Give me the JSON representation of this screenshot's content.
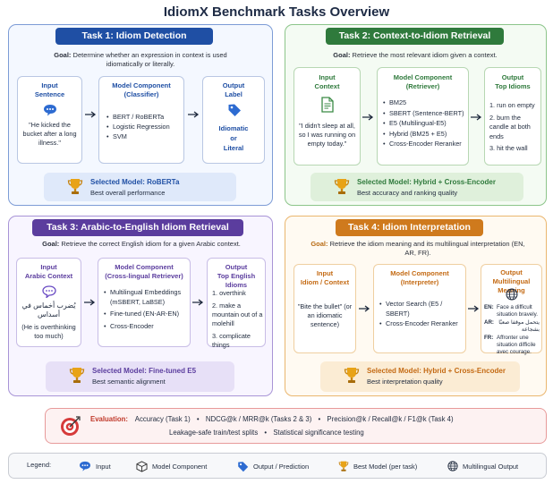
{
  "title": "IdiomX Benchmark Tasks Overview",
  "tasks": [
    {
      "header": "Task 1:  Idiom Detection",
      "goal_label": "Goal:",
      "goal": "Determine whether an expression in context is used idiomatically or literally.",
      "input": {
        "title": "Input",
        "subtitle": "Sentence",
        "text": "\"He kicked the bucket after a long illness.\""
      },
      "model": {
        "title": "Model Component",
        "subtitle": "(Classifier)",
        "items": [
          "BERT / RoBERTa",
          "Logistic Regression",
          "SVM"
        ]
      },
      "output": {
        "title": "Output",
        "subtitle": "Label",
        "lines": [
          "Idiomatic",
          "or",
          "Literal"
        ]
      },
      "selected": "Selected Model: RoBERTa",
      "selected_note": "Best overall performance"
    },
    {
      "header": "Task 2:  Context-to-Idiom Retrieval",
      "goal_label": "Goal:",
      "goal": "Retrieve the most relevant idiom given a context.",
      "input": {
        "title": "Input",
        "subtitle": "Context",
        "text": "\"I didn't sleep at all, so I was running on empty today.\""
      },
      "model": {
        "title": "Model Component",
        "subtitle": "(Retriever)",
        "items": [
          "BM25",
          "SBERT (Sentence-BERT)",
          "E5 (Multilingual-E5)",
          "Hybrid (BM25 + E5)",
          "Cross-Encoder Reranker"
        ]
      },
      "output": {
        "title": "Output",
        "subtitle": "Top Idioms",
        "items": [
          "1. run on empty",
          "2. burn the candle at both ends",
          "3. hit the wall"
        ]
      },
      "selected": "Selected Model: Hybrid + Cross-Encoder",
      "selected_note": "Best accuracy and ranking quality"
    },
    {
      "header": "Task 3:  Arabic-to-English Idiom Retrieval",
      "goal_label": "Goal:",
      "goal": "Retrieve the correct English idiom for a given Arabic context.",
      "input": {
        "title": "Input",
        "subtitle": "Arabic Context",
        "arabic": "يُضرب أخماس في أسداس",
        "text": "(He is overthinking too much)"
      },
      "model": {
        "title": "Model Component",
        "subtitle": "(Cross-lingual Retriever)",
        "items": [
          "Multilingual Embeddings (mSBERT, LaBSE)",
          "Fine-tuned (EN-AR-EN)",
          "Cross-Encoder"
        ]
      },
      "output": {
        "title": "Output",
        "subtitle": "Top English Idioms",
        "items": [
          "1. overthink",
          "2. make a mountain out of a molehill",
          "3. complicate things"
        ]
      },
      "selected": "Selected Model: Fine-tuned E5",
      "selected_note": "Best semantic alignment"
    },
    {
      "header": "Task 4:  Idiom Interpretation",
      "goal_label": "Goal:",
      "goal": "Retrieve the idiom meaning and its multilingual interpretation (EN, AR, FR).",
      "input": {
        "title": "Input",
        "subtitle": "Idiom / Context",
        "text": "\"Bite the bullet\" (or an idiomatic sentence)"
      },
      "model": {
        "title": "Model Component",
        "subtitle": "(Interpreter)",
        "items": [
          "Vector Search (E5 / SBERT)",
          "Cross-Encoder Reranker"
        ]
      },
      "output": {
        "title": "Output",
        "subtitle": "Multilingual Meaning",
        "meanings": [
          {
            "lang": "EN:",
            "text": "Face a difficult situation bravely."
          },
          {
            "lang": "AR:",
            "text": "يتحمل موقفا صعبًا بشجاعة"
          },
          {
            "lang": "FR:",
            "text": "Affronter une situation difficile avec courage."
          }
        ]
      },
      "selected": "Selected Model: Hybrid + Cross-Encoder",
      "selected_note": "Best interpretation quality"
    }
  ],
  "evaluation": {
    "label": "Evaluation:",
    "line1": [
      "Accuracy (Task 1)",
      "NDCG@k / MRR@k (Tasks 2 & 3)",
      "Precision@k / Recall@k / F1@k (Task 4)"
    ],
    "line2": [
      "Leakage-safe train/test splits",
      "Statistical significance testing"
    ],
    "separator": "•"
  },
  "legend": {
    "label": "Legend:",
    "items": [
      "Input",
      "Model Component",
      "Output / Prediction",
      "Best Model (per task)",
      "Multilingual Output"
    ]
  },
  "colors": {
    "task1": "#1f4fa4",
    "task2": "#2f7a3c",
    "task3": "#5b3d9e",
    "task4": "#cf7a1d",
    "evaluation": "#c0392b"
  },
  "icons": [
    "speech-bubble-icon",
    "document-icon",
    "tag-icon",
    "trophy-icon",
    "globe-icon",
    "cube-icon",
    "target-icon",
    "arrow-icon"
  ]
}
